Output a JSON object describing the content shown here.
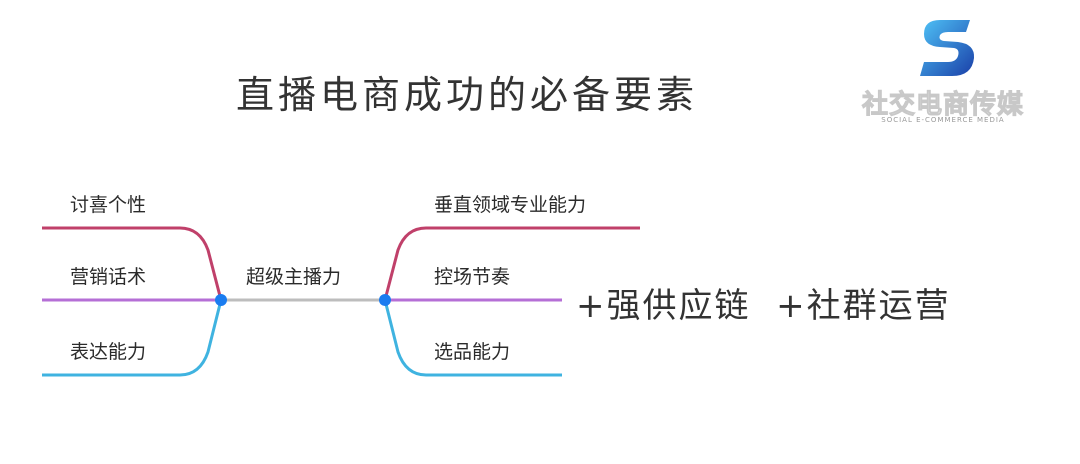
{
  "title": "直播电商成功的必备要素",
  "logo": {
    "letter": "S",
    "name_cn": "社交电商传媒",
    "name_en": "SOCIAL E-COMMERCE MEDIA"
  },
  "mindmap": {
    "center": "超级主播力",
    "left_branches": [
      {
        "label": "讨喜个性",
        "color": "#c0406a"
      },
      {
        "label": "营销话术",
        "color": "#b56fd6"
      },
      {
        "label": "表达能力",
        "color": "#3fb3e0"
      }
    ],
    "right_branches": [
      {
        "label": "垂直领域专业能力",
        "color": "#c0406a"
      },
      {
        "label": "控场节奏",
        "color": "#b56fd6"
      },
      {
        "label": "选品能力",
        "color": "#3fb3e0"
      }
    ],
    "node_color": "#1a7cf0",
    "connector_color": "#bdbdbd"
  },
  "extras": "+强供应链  +社群运营"
}
